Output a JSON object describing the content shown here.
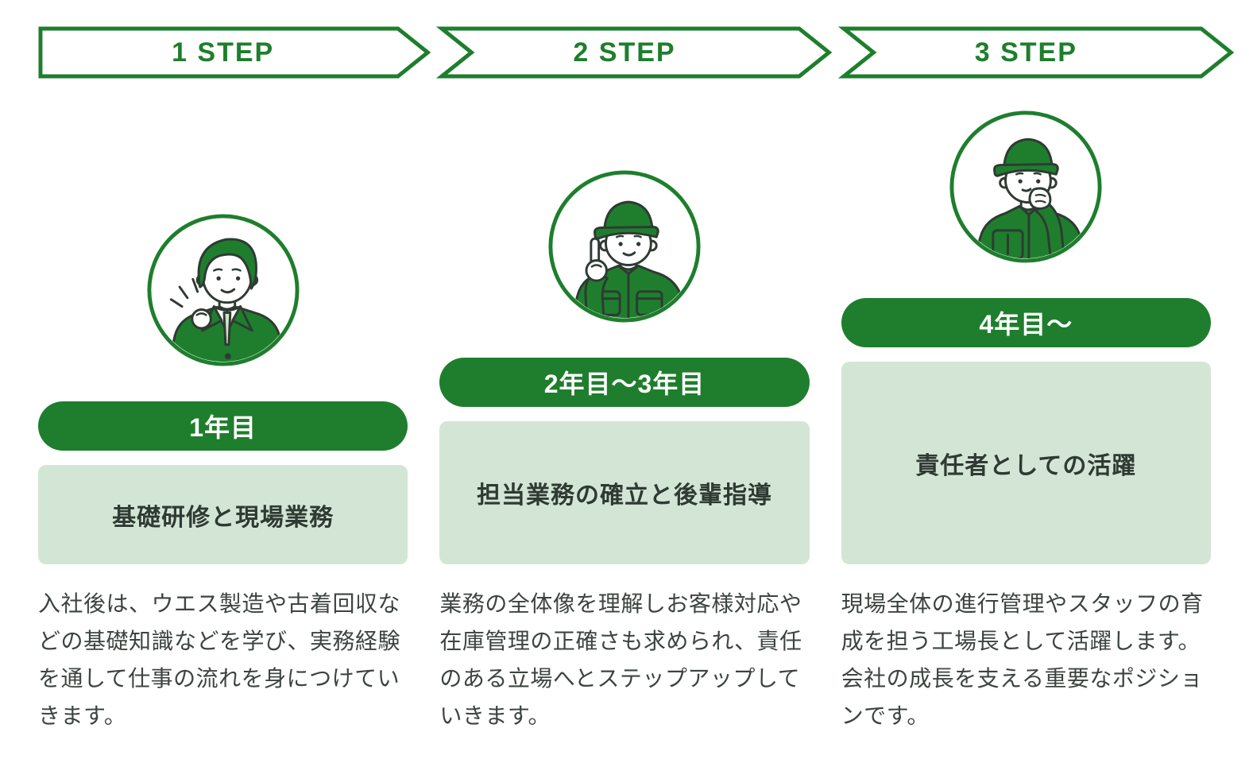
{
  "colors": {
    "green": "#1e7e2d",
    "light_green": "#d3e6d5",
    "pill_text": "#ffffff",
    "role_text": "#2f3a33",
    "body_text": "#3d4440"
  },
  "steps": [
    {
      "header": "1 STEP",
      "illustration": "new-employee-suit-illustration",
      "period": "1年目",
      "role": "基礎研修と現場業務",
      "description": "入社後は、ウエス製造や古着回収などの基礎知識などを学び、実務経験を通して仕事の流れを身につけていきます。"
    },
    {
      "header": "2 STEP",
      "illustration": "worker-pointing-up-illustration",
      "period": "2年目〜3年目",
      "role": "担当業務の確立と後輩指導",
      "description": "業務の全体像を理解しお客様対応や在庫管理の正確さも求められ、責任のある立場へとステップアップしていきます。"
    },
    {
      "header": "3 STEP",
      "illustration": "factory-manager-thinking-illustration",
      "period": "4年目〜",
      "role": "責任者としての活躍",
      "description": "現場全体の進行管理やスタッフの育成を担う工場長として活躍します。会社の成長を支える重要なポジションです。"
    }
  ]
}
